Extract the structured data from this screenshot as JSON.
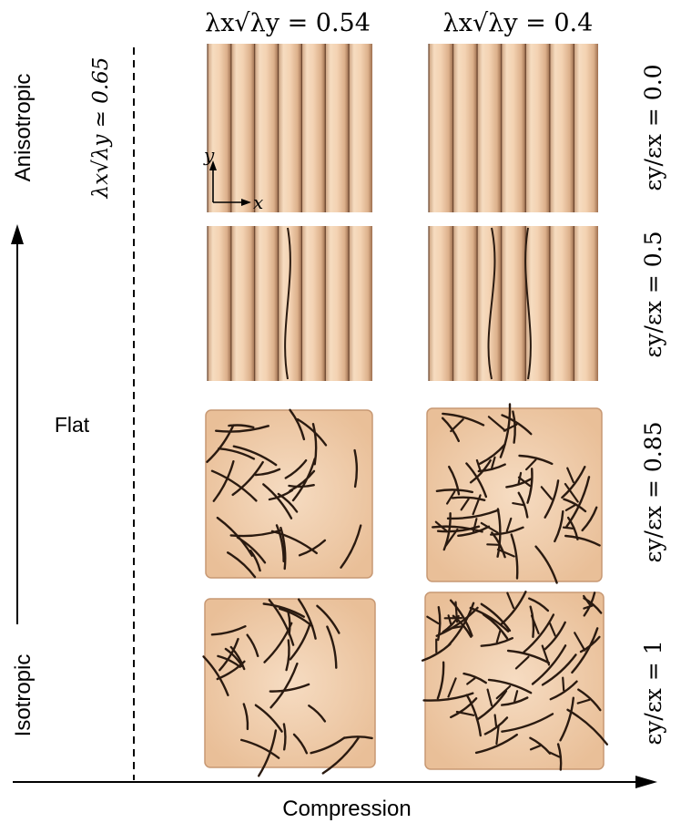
{
  "figure": {
    "axes": {
      "vertical_top_label": "Anisotropic",
      "vertical_bottom_label": "Isotropic",
      "horizontal_label": "Compression"
    },
    "flat_label": "Flat",
    "threshold_label": "λx√λy ≃ 0.65",
    "column_headers": [
      "λx√λy = 0.54",
      "λx√λy = 0.4"
    ],
    "row_labels": [
      "εy/εx = 0.0",
      "εy/εx = 0.5",
      "εy/εx = 0.85",
      "εy/εx = 1"
    ],
    "inset_axes": {
      "x": "x",
      "y": "y"
    },
    "colors": {
      "skin": "#f0c9a4",
      "skin_shadow": "#c79873",
      "crease": "#2a1a10",
      "ink": "#000000"
    }
  }
}
